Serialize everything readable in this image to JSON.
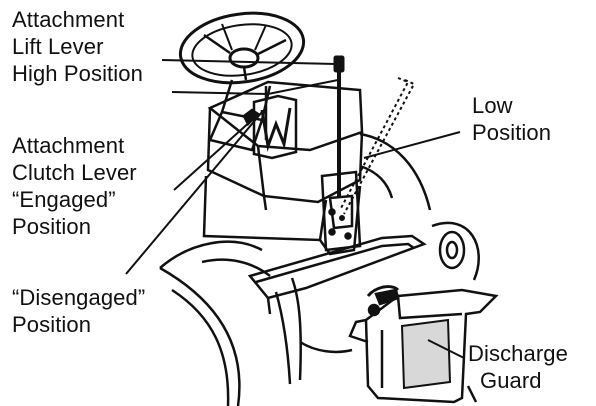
{
  "labels": {
    "attachment_lift_lever": [
      "Attachment",
      "Lift Lever",
      "High Position"
    ],
    "low_position": [
      "Low",
      "Position"
    ],
    "attachment_clutch_lever": [
      "Attachment",
      "Clutch Lever",
      "“Engaged”",
      "Position"
    ],
    "disengaged_position": [
      "“Disengaged”",
      "Position"
    ],
    "discharge_guard": [
      "Discharge",
      "Guard"
    ]
  },
  "colors": {
    "ink": "#111111",
    "background": "#ffffff"
  }
}
